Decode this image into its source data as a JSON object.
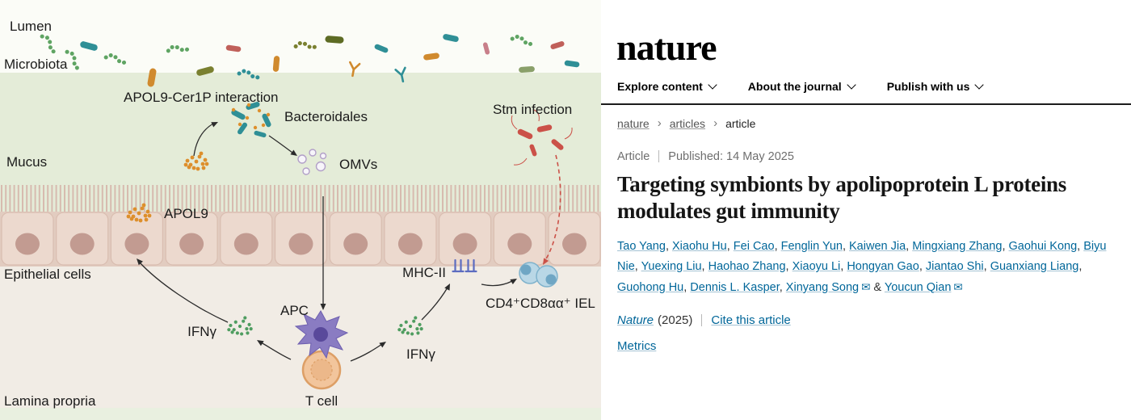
{
  "diagram": {
    "labels": {
      "lumen": "Lumen",
      "microbiota": "Microbiota",
      "mucus": "Mucus",
      "epithelial_cells": "Epithelial cells",
      "lamina_propria": "Lamina propria",
      "apol9_cer1p": "APOL9-Cer1P interaction",
      "bacteroidales": "Bacteroidales",
      "omvs": "OMVs",
      "apol9": "APOL9",
      "stm_infection": "Stm infection",
      "mhc2": "MHC-II",
      "iel": "CD4⁺CD8αα⁺ IEL",
      "ifng": "IFNγ",
      "apc": "APC",
      "t_cell": "T cell"
    }
  },
  "site": {
    "logo": "nature",
    "nav": [
      {
        "label": "Explore content"
      },
      {
        "label": "About the journal"
      },
      {
        "label": "Publish with us"
      }
    ],
    "breadcrumb": [
      {
        "label": "nature"
      },
      {
        "label": "articles"
      },
      {
        "label": "article"
      }
    ],
    "separators": {
      "breadcrumb": "›",
      "author_joiner": "&"
    },
    "icons": {
      "email": "✉"
    },
    "meta": {
      "type": "Article",
      "published_label": "Published:",
      "date": "14 May 2025"
    },
    "title": "Targeting symbionts by apolipoprotein L proteins modulates gut immunity",
    "authors": [
      {
        "name": "Tao Yang"
      },
      {
        "name": "Xiaohu Hu"
      },
      {
        "name": "Fei Cao"
      },
      {
        "name": "Fenglin Yun"
      },
      {
        "name": "Kaiwen Jia"
      },
      {
        "name": "Mingxiang Zhang"
      },
      {
        "name": "Gaohui Kong"
      },
      {
        "name": "Biyu Nie"
      },
      {
        "name": "Yuexing Liu"
      },
      {
        "name": "Haohao Zhang"
      },
      {
        "name": "Xiaoyu Li"
      },
      {
        "name": "Hongyan Gao"
      },
      {
        "name": "Jiantao Shi"
      },
      {
        "name": "Guanxiang Liang"
      },
      {
        "name": "Guohong Hu"
      },
      {
        "name": "Dennis L. Kasper"
      },
      {
        "name": "Xinyang Song",
        "email": true
      },
      {
        "name": "Youcun Qian",
        "email": true
      }
    ],
    "citation": {
      "journal": "Nature",
      "year": "(2025)",
      "cite": "Cite this article"
    },
    "metrics": "Metrics"
  },
  "colors": {
    "link": "#006699",
    "stm_red": "#cb5148",
    "apol9_orange": "#dd8f2c",
    "ifng_green": "#4f9d60"
  }
}
